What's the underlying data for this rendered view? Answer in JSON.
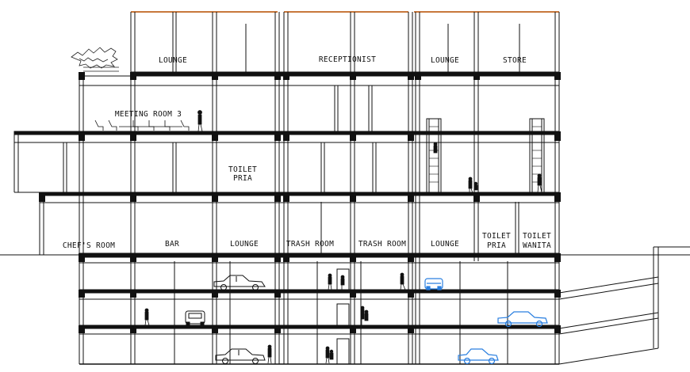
{
  "drawing": {
    "rooms": {
      "lounge_top_left": "LOUNGE",
      "receptionist": "RECEPTIONIST",
      "lounge_top_right": "LOUNGE",
      "store": "STORE",
      "meeting_room": "MEETING ROOM 3",
      "toilet_pria_mid_line1": "TOILET",
      "toilet_pria_mid_line2": "PRIA",
      "chefs_room": "CHEF'S ROOM",
      "bar": "BAR",
      "lounge_ground_1": "LOUNGE",
      "trash_room_1": "TRASH ROOM",
      "trash_room_2": "TRASH ROOM",
      "lounge_ground_2": "LOUNGE",
      "toilet_pria_ground_line1": "TOILET",
      "toilet_pria_ground_line2": "PRIA",
      "toilet_wanita_line1": "TOILET",
      "toilet_wanita_line2": "WANITA"
    },
    "colors": {
      "line": "#111111",
      "roof_edge": "#c8783c",
      "car_highlight": "#2a7fe0",
      "vegetation": "#222222"
    }
  }
}
